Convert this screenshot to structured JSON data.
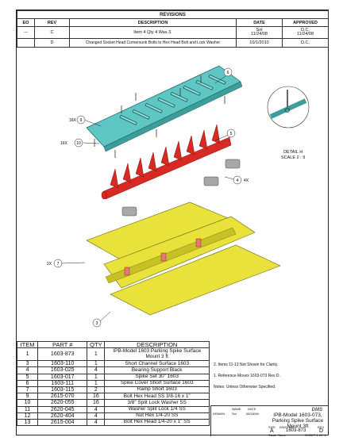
{
  "revisions": {
    "title": "REVISIONS",
    "headers": [
      "EO",
      "REV",
      "DESCRIPTION",
      "DATE",
      "APPROVED"
    ],
    "rows": [
      {
        "eo": "---",
        "rev": "C",
        "description": "Item 4 Qty 4 Was 3.",
        "date": "Sol\n11/24/08",
        "approved": "D.C.\n11/24/08"
      },
      {
        "eo": "",
        "rev": "D",
        "description": "Changed Socket Head Cornersunk Bolts to Hex Head Bolt and Lock Washer",
        "date": "10/1/2010",
        "approved": "D.C."
      }
    ]
  },
  "callouts": {
    "c6": "6",
    "c5": "5",
    "c4": "4",
    "c4x": "4X",
    "c2x": "2X",
    "c7": "7",
    "c3": "3",
    "c9": "9",
    "c10": "10",
    "c16x": "16X",
    "c16x_b": "16X"
  },
  "detail": {
    "line1": "DETAIL H",
    "line2": "SCALE 2 : 9"
  },
  "bom": {
    "headers": [
      "ITEM",
      "PART #",
      "QTY",
      "DESCRIPTION"
    ],
    "rows": [
      {
        "item": "1",
        "part": "1603-873",
        "qty": "1",
        "desc": "IPB-Model 1603 Parking Spike Surface Mount 3 ft"
      },
      {
        "item": "3",
        "part": "1603-110",
        "qty": "1",
        "desc": "Short Channel Surface 1603"
      },
      {
        "item": "4",
        "part": "1603-025",
        "qty": "4",
        "desc": "Bearing Support Black"
      },
      {
        "item": "5",
        "part": "1603-017",
        "qty": "1",
        "desc": "Spike Set 30\" 1603"
      },
      {
        "item": "6",
        "part": "1603-111",
        "qty": "1",
        "desc": "Spike Cover Short Surface 1603"
      },
      {
        "item": "7",
        "part": "1603-115",
        "qty": "2",
        "desc": "Ramp Short 1603"
      },
      {
        "item": "9",
        "part": "2615-070",
        "qty": "16",
        "desc": "Bolt Hex Head SS 3/8-16 x 1\""
      },
      {
        "item": "10",
        "part": "2620-055",
        "qty": "16",
        "desc": "3/8\" Split Lock Washer SS"
      },
      {
        "item": "11",
        "part": "2620-045",
        "qty": "4",
        "desc": "Washer Split Lock 1/4 SS"
      },
      {
        "item": "12",
        "part": "2620-404",
        "qty": "4",
        "desc": "Nut Hex 1/4-20 SS"
      },
      {
        "item": "13",
        "part": "2615-004",
        "qty": "4",
        "desc": "Bolt Hex Head 1/4-20 x 1\" SS"
      }
    ]
  },
  "notes": {
    "n2": "2. Items 11-13 Not Shown for Clarity.",
    "n1": "1. Reference Movex 1603-073 Rev D.",
    "n3": "Notes: Unless Otherwise Specified."
  },
  "title_block": {
    "name_lbl": "NAME",
    "date_lbl": "DATE",
    "drawn_lbl": "DRAWN",
    "drawn_by": "Sol",
    "drawn_date": "08/18/08",
    "title": "IPB-Model 1603-073, Parking Spike Surface Mount 3ft",
    "size_lbl": "SIZE",
    "size": "A",
    "dwg_lbl": "DWG. NO.",
    "dwg": "1603-873",
    "rev_lbl": "REV",
    "rev": "D",
    "scale_lbl": "Scale: None",
    "sheet_lbl": "SHEET 1 OF 1",
    "logo": "DMS"
  },
  "colors": {
    "cyan": "#5ec7c4",
    "red": "#d82a22",
    "yellow": "#e8e23a",
    "gray": "#a8a8a8"
  }
}
